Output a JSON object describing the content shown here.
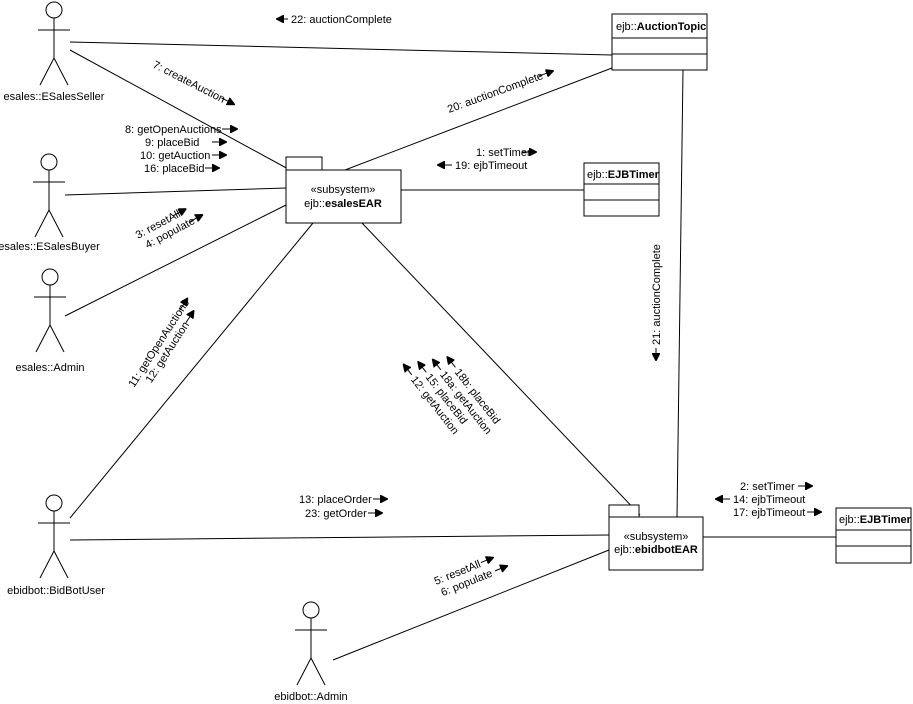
{
  "actors": {
    "seller": "esales::ESalesSeller",
    "buyer": "esales::ESalesBuyer",
    "esales_admin": "esales::Admin",
    "bidbot_user": "ebidbot::BidBotUser",
    "ebidbot_admin": "ebidbot::Admin"
  },
  "subsystems": {
    "esales": {
      "stereotype": "«subsystem»",
      "prefix": "ejb::",
      "name": "esalesEAR"
    },
    "ebidbot": {
      "stereotype": "«subsystem»",
      "prefix": "ejb::",
      "name": "ebidbotEAR"
    }
  },
  "classes": {
    "auction_topic": {
      "prefix": "ejb::",
      "name": "AuctionTopic"
    },
    "timer1": {
      "prefix": "ejb::",
      "name": "EJBTimer"
    },
    "timer2": {
      "prefix": "ejb::",
      "name": "EJBTimer"
    }
  },
  "messages": {
    "m22": "22: auctionComplete",
    "m7": "7: createAuction",
    "m20": "20: auctionComplete",
    "m8": "8: getOpenAuctions",
    "m9": "9: placeBid",
    "m10": "10: getAuction",
    "m16": "16: placeBid",
    "m1": "1: setTimer",
    "m19": "19: ejbTimeout",
    "m3": "3: resetAll",
    "m4": "4: populate",
    "m11": "11: getOpenAuctions",
    "m12a": "12: getAuction",
    "m21": "21: auctionComplete",
    "m18b": "18b: placeBid",
    "m18a": "18a: getAuction",
    "m15": "15: placeBid",
    "m12b": "12: getAuction",
    "m13": "13: placeOrder",
    "m23": "23: getOrder",
    "m2": "2: setTimer",
    "m14": "14: ejbTimeout",
    "m17": "17: ejbTimeout",
    "m5": "5: resetAll",
    "m6": "6: populate"
  }
}
